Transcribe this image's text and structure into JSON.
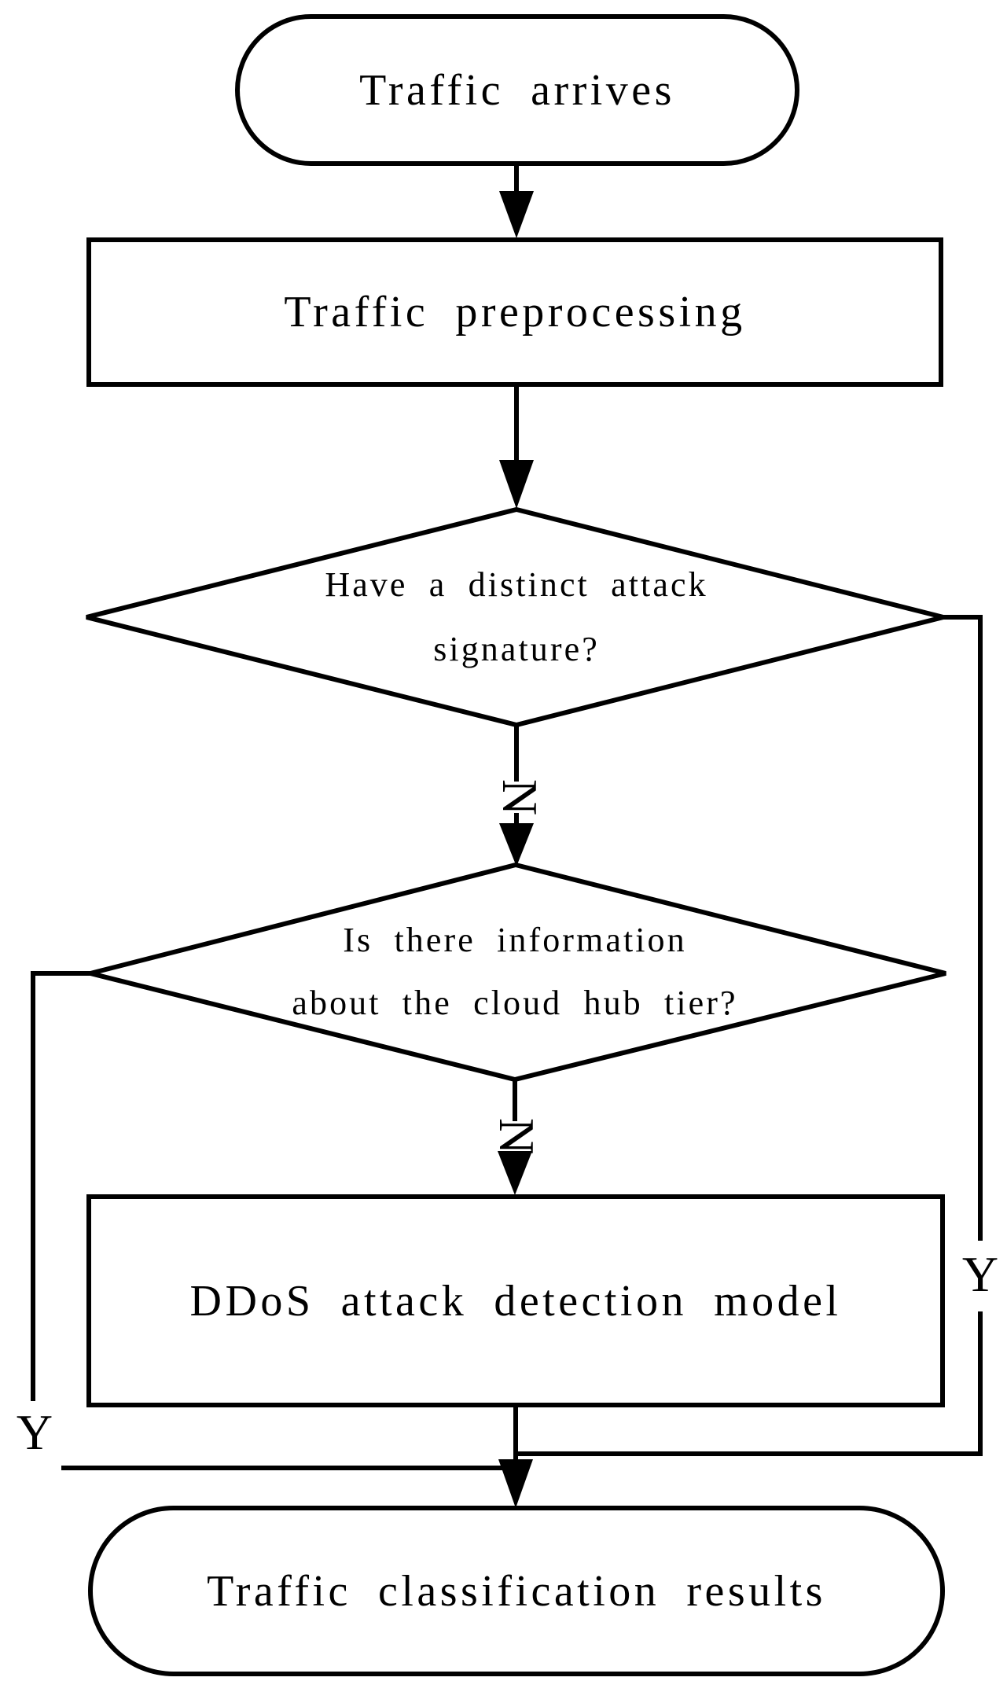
{
  "diagram": {
    "type": "flowchart",
    "colors": {
      "line": "#000000",
      "background": "#ffffff"
    },
    "nodes": {
      "start": {
        "shape": "terminator",
        "label": "Traffic arrives"
      },
      "preprocess": {
        "shape": "process",
        "label": "Traffic preprocessing"
      },
      "decision_signature": {
        "shape": "decision",
        "line1": "Have a distinct attack",
        "line2": "signature?"
      },
      "decision_cloud": {
        "shape": "decision",
        "line1": "Is there information",
        "line2": "about the cloud hub tier?"
      },
      "ddos_model": {
        "shape": "process",
        "label": "DDoS attack detection model"
      },
      "result": {
        "shape": "terminator",
        "label": "Traffic classification results"
      }
    },
    "edge_labels": {
      "no_1": "N",
      "no_2": "N",
      "yes_right": "Y",
      "yes_left": "Y"
    }
  }
}
